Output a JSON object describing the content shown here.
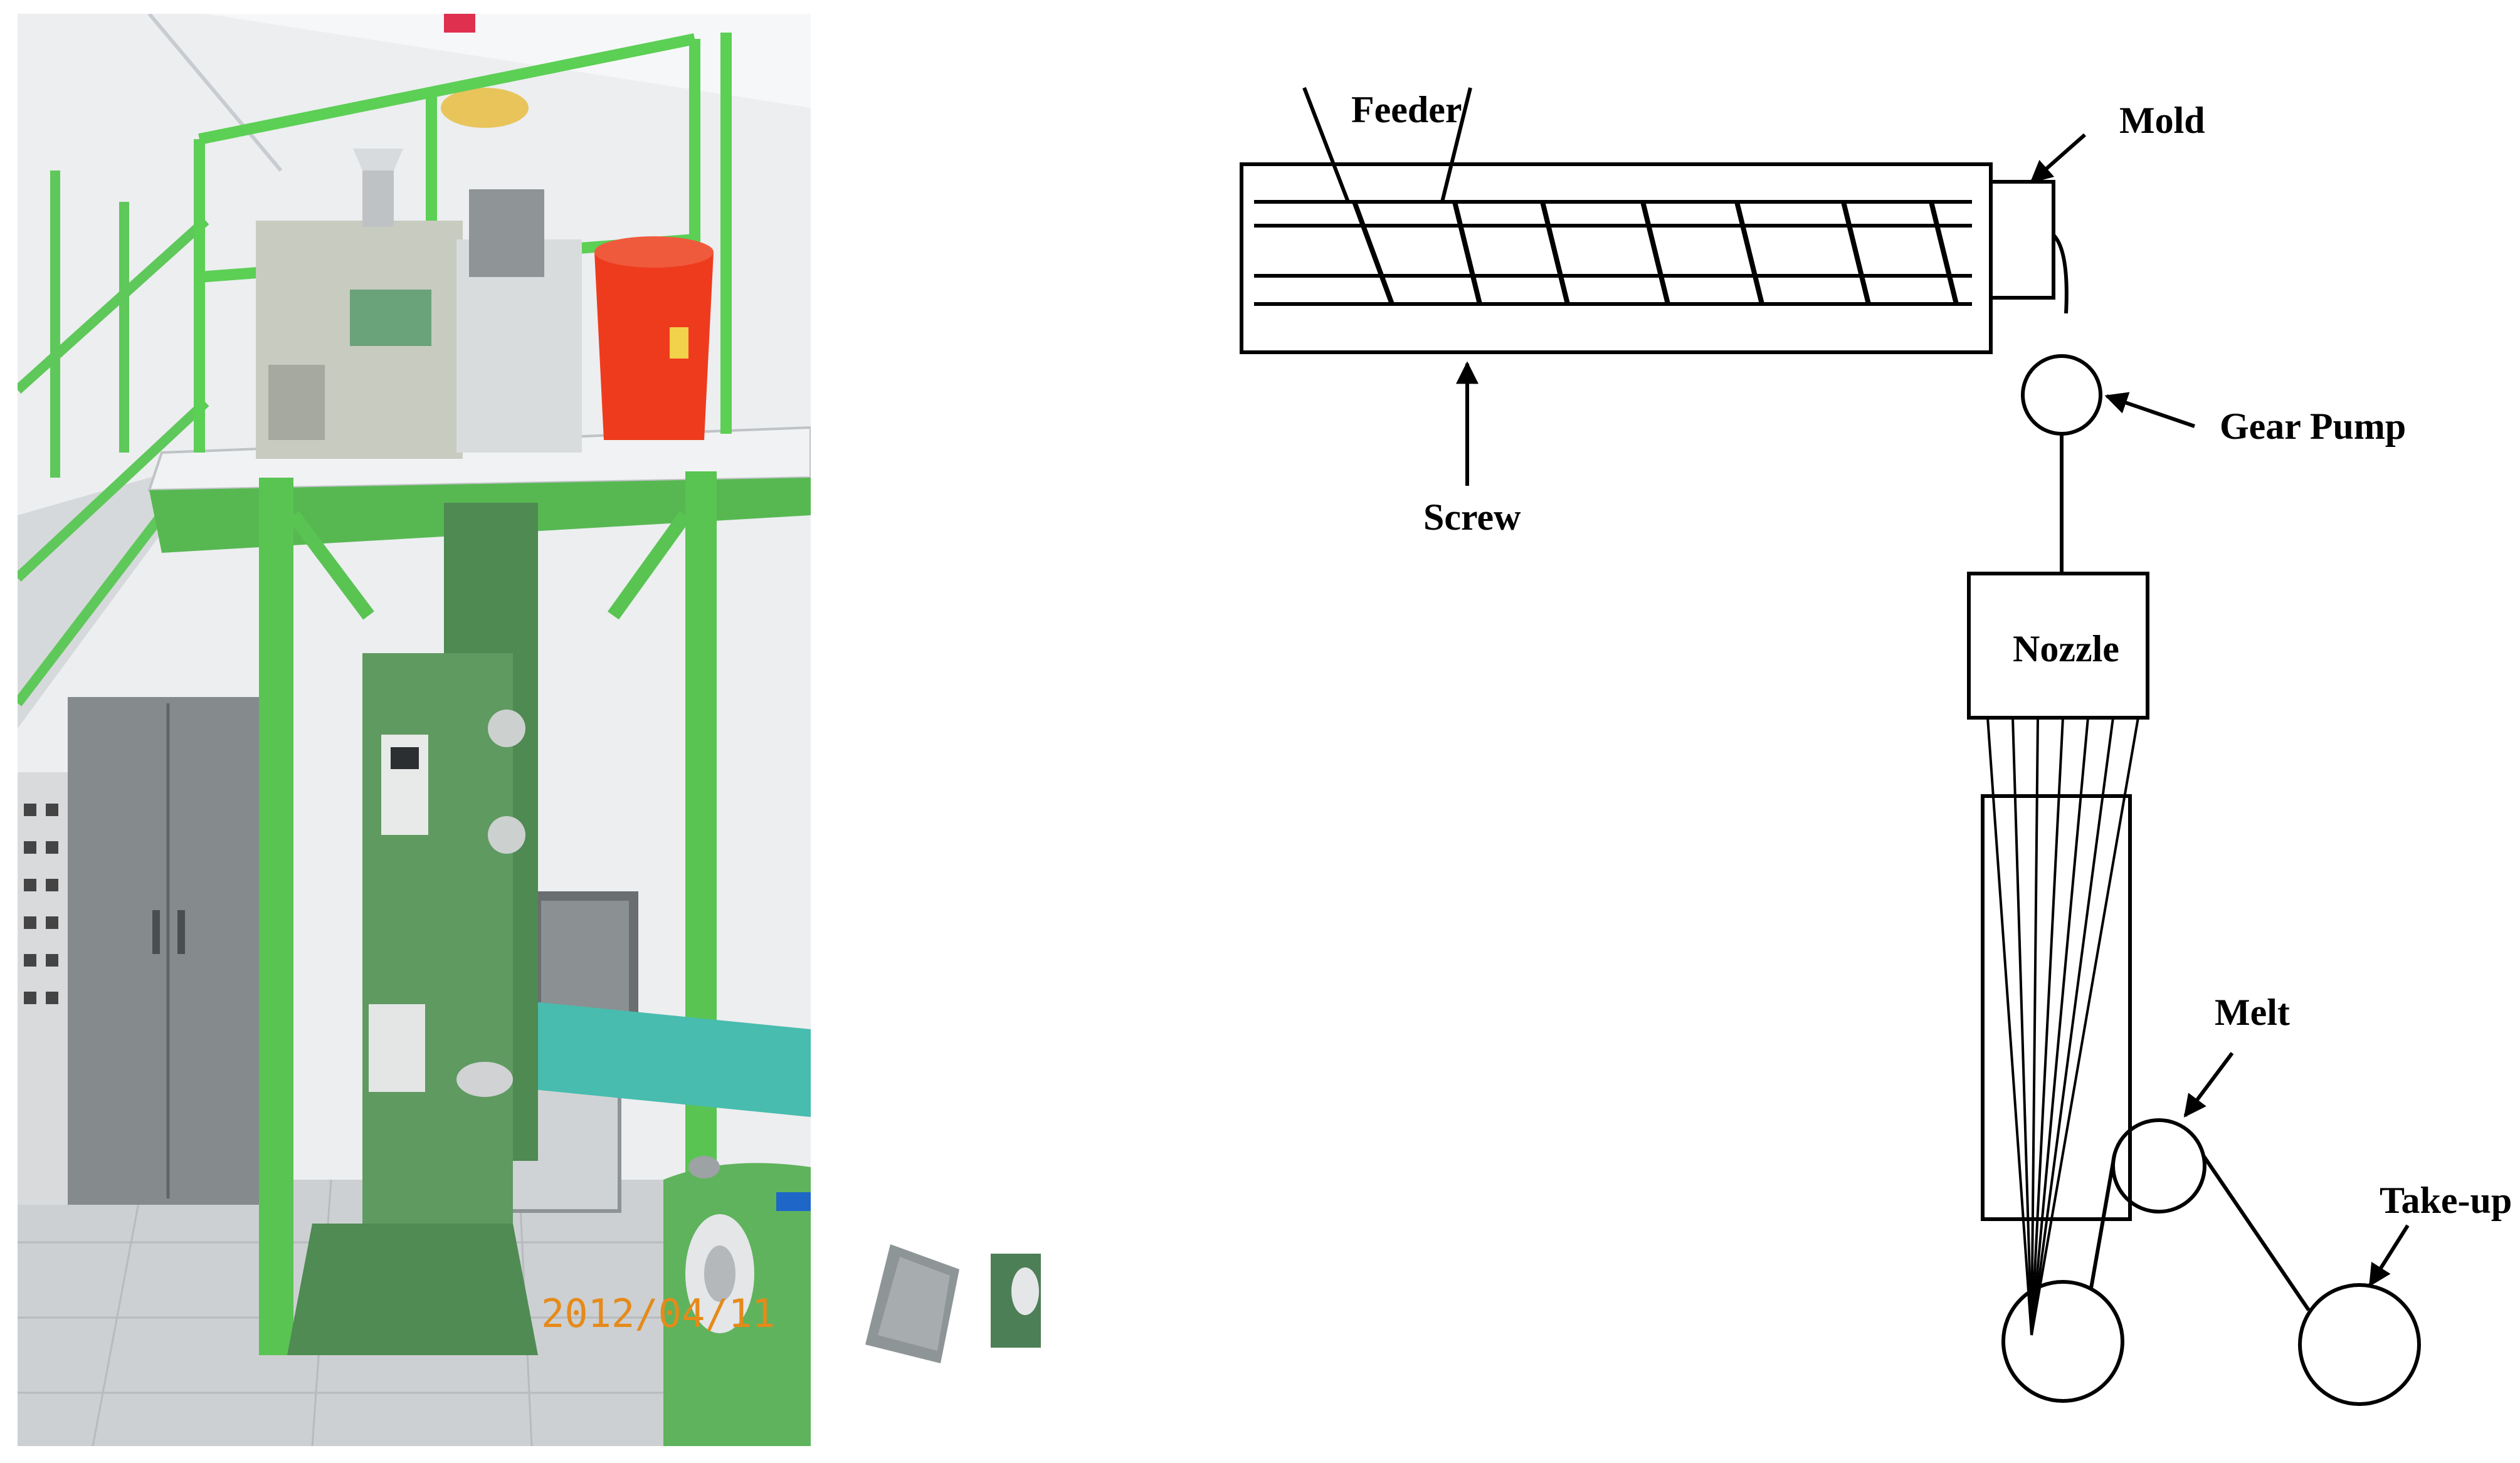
{
  "photo": {
    "date_stamp": "2012/04/11",
    "colors": {
      "frame": "#4fc24a",
      "wall": "#e9ebee",
      "floor": "#c9ccce",
      "bucket": "#ef3a1f",
      "cabinet": "#7d8285",
      "machine": "#9fb0a6",
      "teal": "#45b8ad",
      "stamp": "#e58a1a"
    }
  },
  "diagram": {
    "labels": {
      "feeder": "Feeder",
      "mold": "Mold",
      "screw": "Screw",
      "gear_pump": "Gear Pump",
      "nozzle": "Nozzle",
      "melt": "Melt",
      "take_up": "Take-up"
    },
    "colors": {
      "line": "#000000",
      "background": "#ffffff"
    }
  }
}
